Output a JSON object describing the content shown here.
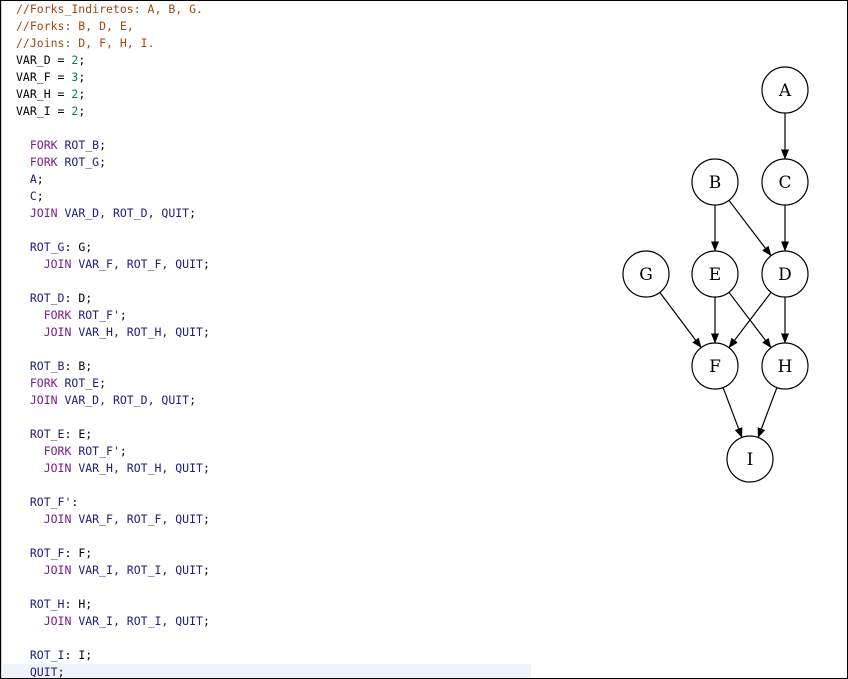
{
  "editor": {
    "colors": {
      "comment": "#9a4a14",
      "keyword": "#7a1c8a",
      "identifier": "#1f1b80",
      "number": "#117a4e",
      "plain": "#000000",
      "current_line": "#eef4fd"
    },
    "lines": [
      [
        {
          "t": "//Forks_Indiretos: A, B, G.",
          "c": "comment"
        }
      ],
      [
        {
          "t": "//Forks: B, D, E,",
          "c": "comment"
        }
      ],
      [
        {
          "t": "//Joins: D, F, H, I.",
          "c": "comment"
        }
      ],
      [
        {
          "t": "VAR_D = ",
          "c": "plain"
        },
        {
          "t": "2",
          "c": "number"
        },
        {
          "t": ";",
          "c": "plain"
        }
      ],
      [
        {
          "t": "VAR_F = ",
          "c": "plain"
        },
        {
          "t": "3",
          "c": "number"
        },
        {
          "t": ";",
          "c": "plain"
        }
      ],
      [
        {
          "t": "VAR_H = ",
          "c": "plain"
        },
        {
          "t": "2",
          "c": "number"
        },
        {
          "t": ";",
          "c": "plain"
        }
      ],
      [
        {
          "t": "VAR_I = ",
          "c": "plain"
        },
        {
          "t": "2",
          "c": "number"
        },
        {
          "t": ";",
          "c": "plain"
        }
      ],
      [],
      [
        {
          "t": "  ",
          "c": "plain"
        },
        {
          "t": "FORK",
          "c": "keyword"
        },
        {
          "t": " ROT_B",
          "c": "ident"
        },
        {
          "t": ";",
          "c": "plain"
        }
      ],
      [
        {
          "t": "  ",
          "c": "plain"
        },
        {
          "t": "FORK",
          "c": "keyword"
        },
        {
          "t": " ROT_G",
          "c": "ident"
        },
        {
          "t": ";",
          "c": "plain"
        }
      ],
      [
        {
          "t": "  ",
          "c": "plain"
        },
        {
          "t": "A",
          "c": "ident"
        },
        {
          "t": ";",
          "c": "plain"
        }
      ],
      [
        {
          "t": "  ",
          "c": "plain"
        },
        {
          "t": "C",
          "c": "ident"
        },
        {
          "t": ";",
          "c": "plain"
        }
      ],
      [
        {
          "t": "  ",
          "c": "plain"
        },
        {
          "t": "JOIN",
          "c": "keyword"
        },
        {
          "t": " VAR_D, ROT_D, QUIT",
          "c": "ident"
        },
        {
          "t": ";",
          "c": "plain"
        }
      ],
      [],
      [
        {
          "t": "  ",
          "c": "plain"
        },
        {
          "t": "ROT_G",
          "c": "ident"
        },
        {
          "t": ": G;",
          "c": "plain"
        }
      ],
      [
        {
          "t": "    ",
          "c": "plain"
        },
        {
          "t": "JOIN",
          "c": "keyword"
        },
        {
          "t": " VAR_F, ROT_F, QUIT",
          "c": "ident"
        },
        {
          "t": ";",
          "c": "plain"
        }
      ],
      [],
      [
        {
          "t": "  ",
          "c": "plain"
        },
        {
          "t": "ROT_D",
          "c": "ident"
        },
        {
          "t": ": D;",
          "c": "plain"
        }
      ],
      [
        {
          "t": "    ",
          "c": "plain"
        },
        {
          "t": "FORK",
          "c": "keyword"
        },
        {
          "t": " ROT_F'",
          "c": "ident"
        },
        {
          "t": ";",
          "c": "plain"
        }
      ],
      [
        {
          "t": "    ",
          "c": "plain"
        },
        {
          "t": "JOIN",
          "c": "keyword"
        },
        {
          "t": " VAR_H, ROT_H, QUIT",
          "c": "ident"
        },
        {
          "t": ";",
          "c": "plain"
        }
      ],
      [],
      [
        {
          "t": "  ",
          "c": "plain"
        },
        {
          "t": "ROT_B",
          "c": "ident"
        },
        {
          "t": ": B;",
          "c": "plain"
        }
      ],
      [
        {
          "t": "  ",
          "c": "plain"
        },
        {
          "t": "FORK",
          "c": "keyword"
        },
        {
          "t": " ROT_E",
          "c": "ident"
        },
        {
          "t": ";",
          "c": "plain"
        }
      ],
      [
        {
          "t": "  ",
          "c": "plain"
        },
        {
          "t": "JOIN",
          "c": "keyword"
        },
        {
          "t": " VAR_D, ROT_D, QUIT",
          "c": "ident"
        },
        {
          "t": ";",
          "c": "plain"
        }
      ],
      [],
      [
        {
          "t": "  ",
          "c": "plain"
        },
        {
          "t": "ROT_E",
          "c": "ident"
        },
        {
          "t": ": E;",
          "c": "plain"
        }
      ],
      [
        {
          "t": "    ",
          "c": "plain"
        },
        {
          "t": "FORK",
          "c": "keyword"
        },
        {
          "t": " ROT_F'",
          "c": "ident"
        },
        {
          "t": ";",
          "c": "plain"
        }
      ],
      [
        {
          "t": "    ",
          "c": "plain"
        },
        {
          "t": "JOIN",
          "c": "keyword"
        },
        {
          "t": " VAR_H, ROT_H, QUIT",
          "c": "ident"
        },
        {
          "t": ";",
          "c": "plain"
        }
      ],
      [],
      [
        {
          "t": "  ",
          "c": "plain"
        },
        {
          "t": "ROT_F'",
          "c": "ident"
        },
        {
          "t": ":",
          "c": "plain"
        }
      ],
      [
        {
          "t": "    ",
          "c": "plain"
        },
        {
          "t": "JOIN",
          "c": "keyword"
        },
        {
          "t": " VAR_F, ROT_F, QUIT",
          "c": "ident"
        },
        {
          "t": ";",
          "c": "plain"
        }
      ],
      [],
      [
        {
          "t": "  ",
          "c": "plain"
        },
        {
          "t": "ROT_F",
          "c": "ident"
        },
        {
          "t": ": F;",
          "c": "plain"
        }
      ],
      [
        {
          "t": "    ",
          "c": "plain"
        },
        {
          "t": "JOIN",
          "c": "keyword"
        },
        {
          "t": " VAR_I, ROT_I, QUIT",
          "c": "ident"
        },
        {
          "t": ";",
          "c": "plain"
        }
      ],
      [],
      [
        {
          "t": "  ",
          "c": "plain"
        },
        {
          "t": "ROT_H",
          "c": "ident"
        },
        {
          "t": ": H;",
          "c": "plain"
        }
      ],
      [
        {
          "t": "    ",
          "c": "plain"
        },
        {
          "t": "JOIN",
          "c": "keyword"
        },
        {
          "t": " VAR_I, ROT_I, QUIT",
          "c": "ident"
        },
        {
          "t": ";",
          "c": "plain"
        }
      ],
      [],
      [
        {
          "t": "  ",
          "c": "plain"
        },
        {
          "t": "ROT_I",
          "c": "ident"
        },
        {
          "t": ": I;",
          "c": "plain"
        }
      ],
      [
        {
          "t": "  ",
          "c": "plain"
        },
        {
          "t": "QUIT",
          "c": "ident"
        },
        {
          "t": ";",
          "c": "plain"
        }
      ]
    ],
    "current_line_index": 39
  },
  "graph": {
    "nodes": [
      "A",
      "B",
      "C",
      "G",
      "E",
      "D",
      "F",
      "H",
      "I"
    ],
    "edges": [
      [
        "A",
        "C"
      ],
      [
        "B",
        "E"
      ],
      [
        "B",
        "D"
      ],
      [
        "C",
        "D"
      ],
      [
        "G",
        "F"
      ],
      [
        "E",
        "F"
      ],
      [
        "E",
        "H"
      ],
      [
        "D",
        "F"
      ],
      [
        "D",
        "H"
      ],
      [
        "F",
        "I"
      ],
      [
        "H",
        "I"
      ]
    ]
  }
}
